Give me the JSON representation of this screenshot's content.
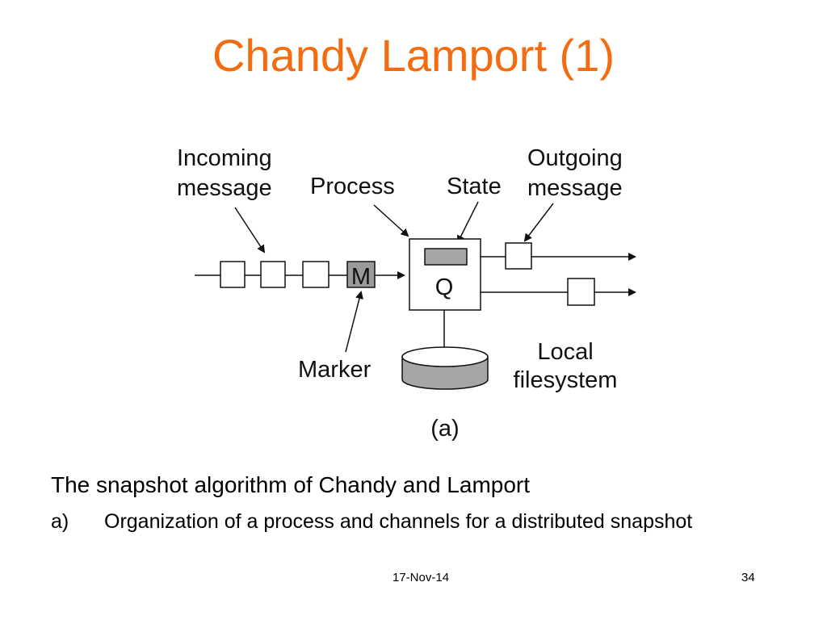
{
  "slide": {
    "title": "Chandy Lamport (1)",
    "title_color": "#f26c12"
  },
  "figure": {
    "labels": {
      "incoming_line1": "Incoming",
      "incoming_line2": "message",
      "process": "Process",
      "state": "State",
      "outgoing_line1": "Outgoing",
      "outgoing_line2": "message",
      "marker_box": "M",
      "process_box": "Q",
      "marker": "Marker",
      "local_line1": "Local",
      "local_line2": "filesystem",
      "caption": "(a)"
    },
    "colors": {
      "marker_fill": "#9a9a9a",
      "state_fill": "#a6a6a6",
      "disk_fill": "#a6a6a6",
      "stroke": "#111111"
    }
  },
  "body": {
    "line1": "The snapshot algorithm of Chandy and Lamport",
    "line2_marker": "a)",
    "line2_text": "Organization of a process and channels for a distributed snapshot"
  },
  "footer": {
    "date": "17-Nov-14",
    "page": "34"
  }
}
